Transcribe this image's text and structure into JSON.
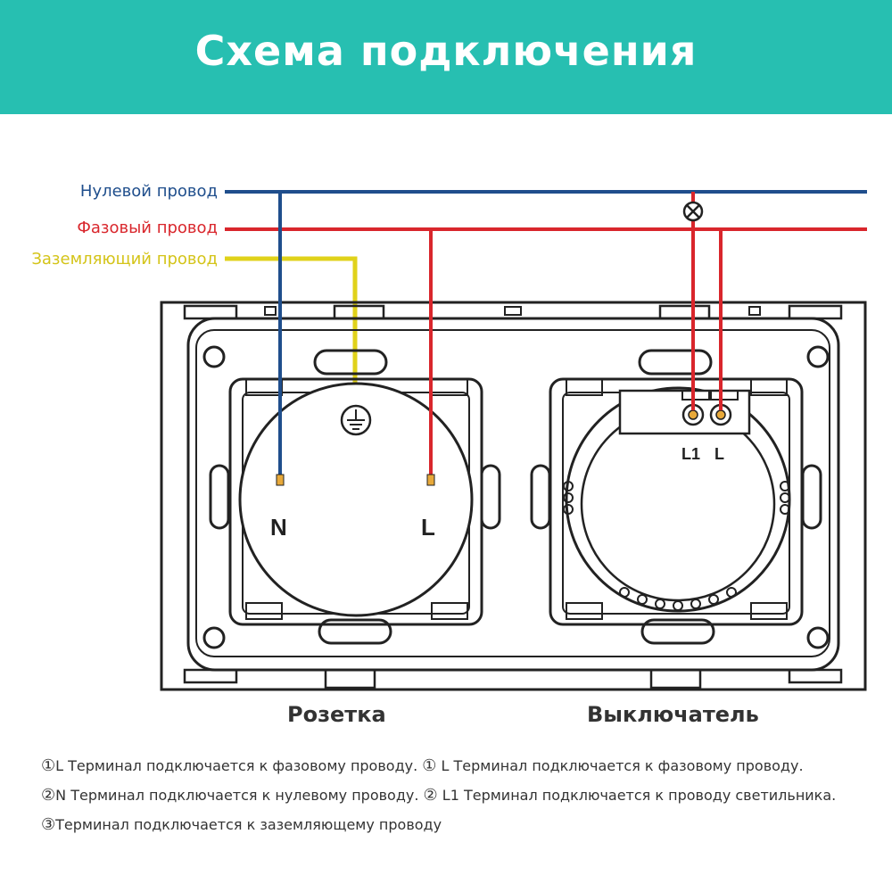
{
  "title": "Схема подключения",
  "wires": {
    "neutral": "Нулевой провод",
    "phase": "Фазовый провод",
    "earth": "Заземляющий провод"
  },
  "terminals": {
    "socket_n": "N",
    "socket_l": "L",
    "switch_l1": "L1",
    "switch_l": "L"
  },
  "units": {
    "socket": "Розетка",
    "switch": "Выключатель"
  },
  "notes": [
    {
      "num1": "①",
      "text1": "L Терминал подключается к фазовому проводу.",
      "num2": "①",
      "text2": " L Терминал подключается к фазовому проводу."
    },
    {
      "num1": "②",
      "text1": "N Терминал подключается к нулевому проводу.",
      "num2": "②",
      "text2": " L1 Терминал подключается к проводу светильника."
    },
    {
      "num1": "③",
      "text1": "Терминал подключается к заземляющему проводу"
    }
  ],
  "colors": {
    "banner": "#27bfb1",
    "neutral": "#1f4e8c",
    "phase": "#d9262c",
    "earth": "#e0d21a",
    "outline": "#222222"
  },
  "icons": [
    "earth-ground-icon",
    "lamp-icon",
    "screw-terminal-icon"
  ]
}
